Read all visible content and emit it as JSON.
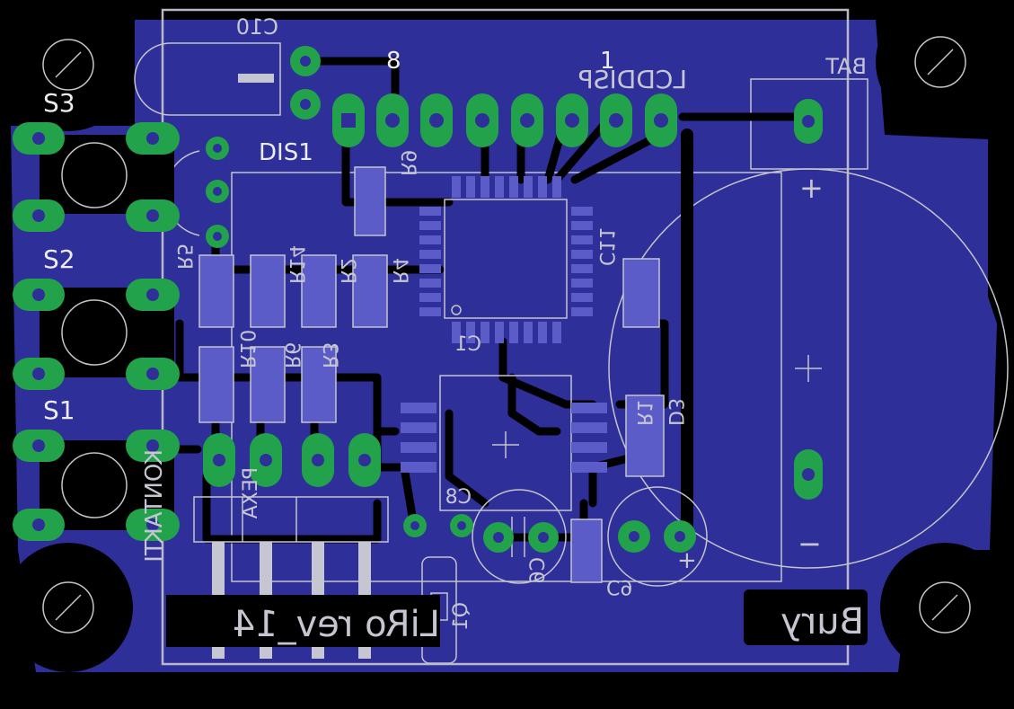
{
  "labels": {
    "c10": "C10",
    "pin8": "8",
    "pin1": "1",
    "lcddisp": "LCDDISP",
    "bat": "BAT",
    "dis1": "DIS1",
    "s3": "S3",
    "s2": "S2",
    "s1": "S1",
    "plus_top": "+",
    "minus_bottom": "−",
    "plus_cap": "+",
    "q1": "Q1",
    "c6": "C6",
    "c9": "C9",
    "c8": "C8",
    "c1": "C1",
    "c11": "C11",
    "d3": "D3",
    "r4": "R4",
    "r9": "R9",
    "r1": "R1",
    "r2": "R2",
    "r3": "R3",
    "r14": "R14",
    "r5": "R5",
    "r6": "R6",
    "r10": "R10",
    "pexa": "PEXA",
    "kontakt": "KONTAKTI",
    "footer": "LiRo rev_14",
    "brand": "Bury"
  },
  "colors": {
    "background": "#000000",
    "copper": "#2e2e9a",
    "pad": "#22a24a",
    "silkscreen": "#bcbcc8"
  },
  "icons": [
    "mounting-hole-icon",
    "crosshair-icon"
  ]
}
